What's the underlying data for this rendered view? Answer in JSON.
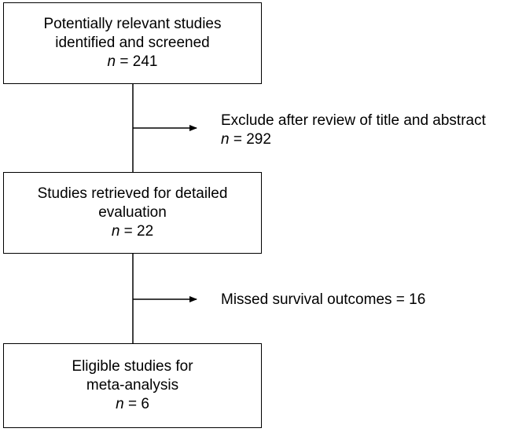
{
  "flow": {
    "box1": {
      "line1": "Potentially relevant studies",
      "line2": "identified and screened",
      "n_var": "n",
      "n_rest": " = 241"
    },
    "exclusion1": {
      "line1": "Exclude after review of title and abstract",
      "n_var": "n",
      "n_rest": " = 292"
    },
    "box2": {
      "line1": "Studies retrieved for detailed",
      "line2": "evaluation",
      "n_var": "n",
      "n_rest": " = 22"
    },
    "exclusion2": {
      "line1": "Missed survival outcomes = 16"
    },
    "box3": {
      "line1": "Eligible studies for",
      "line2": "meta-analysis",
      "n_var": "n",
      "n_rest": " = 6"
    }
  },
  "colors": {
    "stroke": "#000000",
    "background": "#ffffff"
  }
}
